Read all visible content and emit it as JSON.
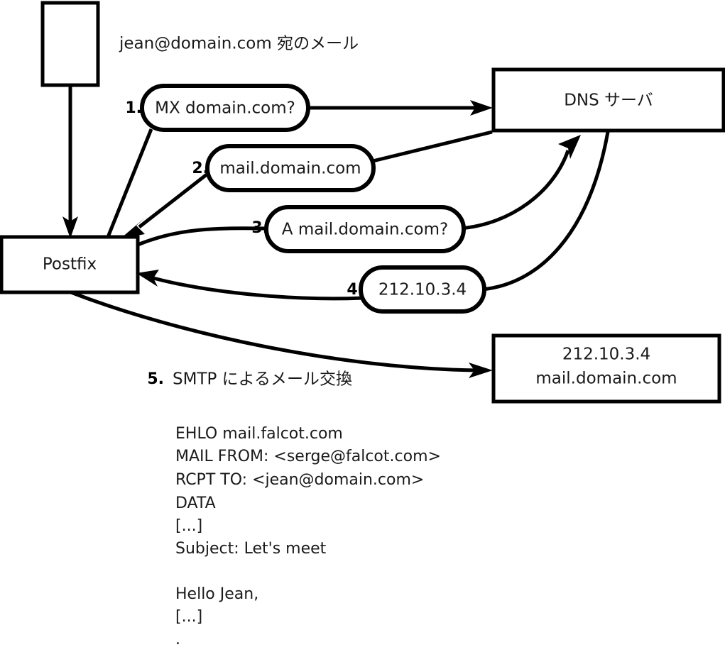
{
  "diagram": {
    "title_caption": "jean@domain.com 宛のメール",
    "nodes": [
      {
        "id": "client",
        "label": "",
        "kind": "rect"
      },
      {
        "id": "postfix",
        "label": "Postfix",
        "kind": "rect"
      },
      {
        "id": "dns",
        "label": "DNS サーバ",
        "kind": "rect"
      },
      {
        "id": "mailserver",
        "label_line1": "212.10.3.4",
        "label_line2": "mail.domain.com",
        "kind": "rect"
      }
    ],
    "steps": [
      {
        "num": "1.",
        "label": "MX domain.com?"
      },
      {
        "num": "2.",
        "label": "mail.domain.com"
      },
      {
        "num": "3.",
        "label": "A mail.domain.com?"
      },
      {
        "num": "4.",
        "label": "212.10.3.4"
      }
    ],
    "step5": {
      "num": "5.",
      "label": "SMTP によるメール交換"
    },
    "transcript": [
      "EHLO mail.falcot.com",
      "MAIL FROM: <serge@falcot.com>",
      "RCPT TO: <jean@domain.com>",
      "DATA",
      "[...]",
      "Subject: Let's meet",
      "",
      "Hello Jean,",
      "[...]",
      "",
      "."
    ],
    "colors": {
      "stroke": "#000000",
      "fill": "#ffffff",
      "text": "#1a1a1a"
    }
  }
}
